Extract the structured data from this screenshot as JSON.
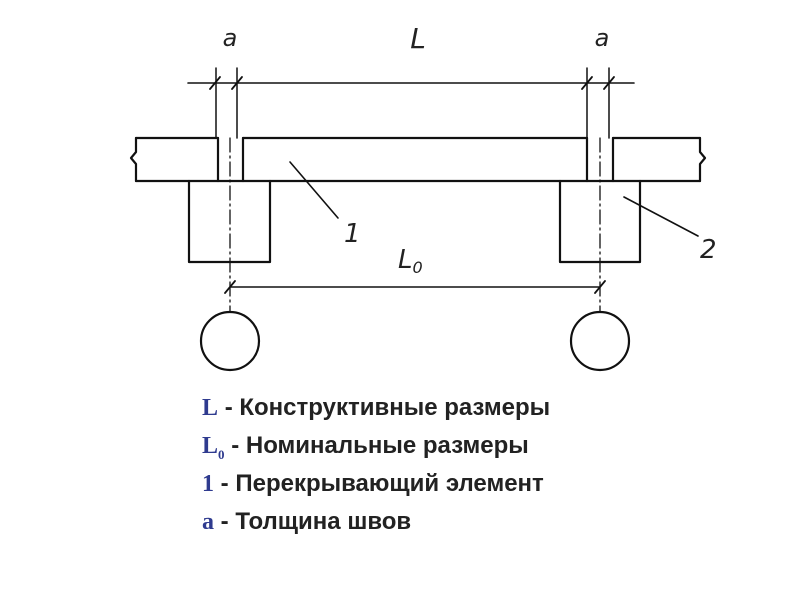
{
  "drawing": {
    "dim_labels": {
      "a_left": "a",
      "L": "L",
      "a_right": "a",
      "L0_main": "L",
      "L0_sub": "0"
    },
    "callouts": {
      "one": "1",
      "two": "2"
    }
  },
  "legend": [
    {
      "symbol": "L",
      "subscript": "",
      "dash": "-",
      "text": "Конструктивные размеры"
    },
    {
      "symbol": "L",
      "subscript": "0",
      "dash": "-",
      "text": "Номинальные размеры"
    },
    {
      "symbol": "1",
      "subscript": "",
      "dash": "-",
      "text": "Перекрывающий элемент"
    },
    {
      "symbol": "a",
      "subscript": "",
      "dash": "-",
      "text": "Толщина швов"
    }
  ]
}
